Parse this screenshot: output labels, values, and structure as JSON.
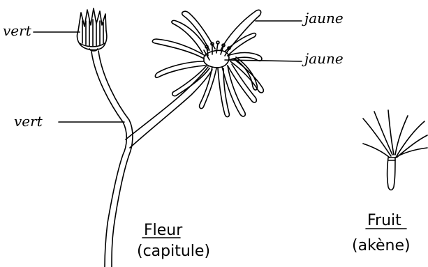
{
  "labels": {
    "bud_color": "vert",
    "stem_color": "vert",
    "petal_color": "jaune",
    "center_color": "jaune"
  },
  "captions": {
    "flower_title": "Fleur",
    "flower_subtitle": "(capitule)",
    "fruit_title": "Fruit",
    "fruit_subtitle": "(akène)"
  }
}
